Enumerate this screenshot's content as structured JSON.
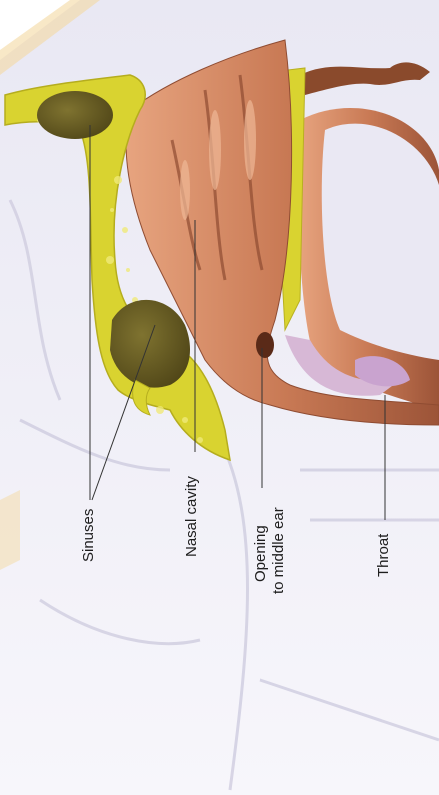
{
  "labels": {
    "sinuses": "Sinuses",
    "nasal_cavity": "Nasal cavity",
    "opening_line1": "Opening",
    "opening_line2": "to middle ear",
    "throat": "Throat"
  },
  "colors": {
    "bone_yellow": "#d9d330",
    "sinus_olive": "#6a5f22",
    "tissue_brown": "#b66a48",
    "background_lavender": "#ecebf4",
    "leader_line": "#333333"
  }
}
